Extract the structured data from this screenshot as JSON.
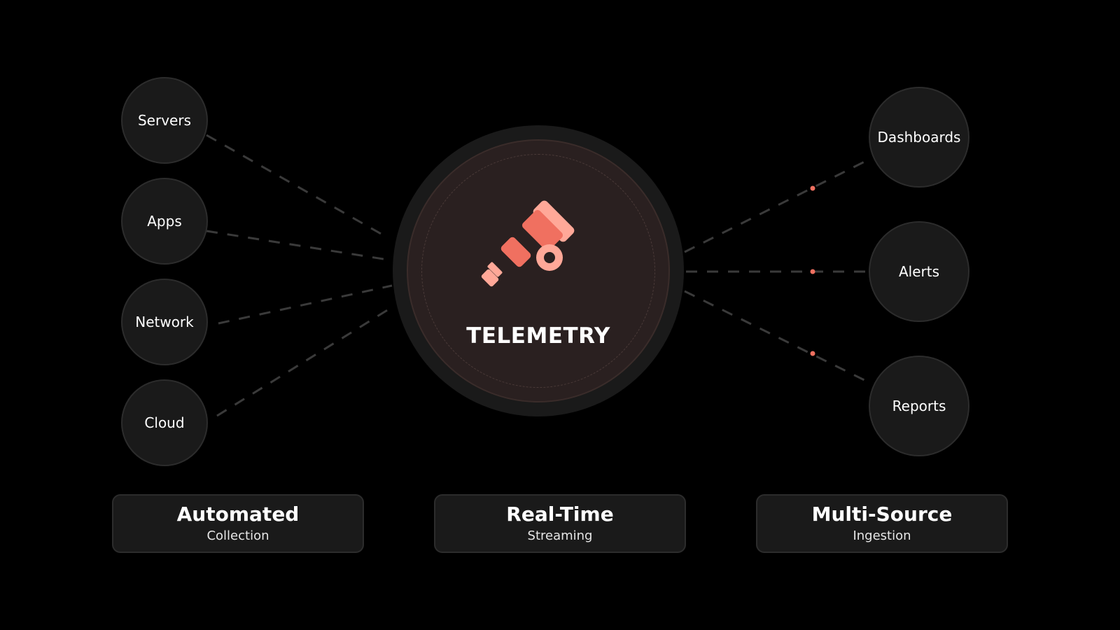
{
  "diagram": {
    "center": {
      "title": "TELEMETRY",
      "icon": "telescope-icon"
    },
    "sources": [
      {
        "label": "Servers"
      },
      {
        "label": "Apps"
      },
      {
        "label": "Network"
      },
      {
        "label": "Cloud"
      }
    ],
    "outputs": [
      {
        "label": "Dashboards"
      },
      {
        "label": "Alerts"
      },
      {
        "label": "Reports"
      }
    ],
    "features": [
      {
        "title": "Automated",
        "subtitle": "Collection"
      },
      {
        "title": "Real-Time",
        "subtitle": "Streaming"
      },
      {
        "title": "Multi-Source",
        "subtitle": "Ingestion"
      }
    ]
  },
  "colors": {
    "background": "#000000",
    "node_fill": "#1a1a1a",
    "node_border": "#2c2c2c",
    "hub_inner": "#2a2020",
    "accent": "#f07060",
    "accent_light": "#ffa898",
    "connector": "#3a3a3a",
    "text": "#ffffff"
  }
}
